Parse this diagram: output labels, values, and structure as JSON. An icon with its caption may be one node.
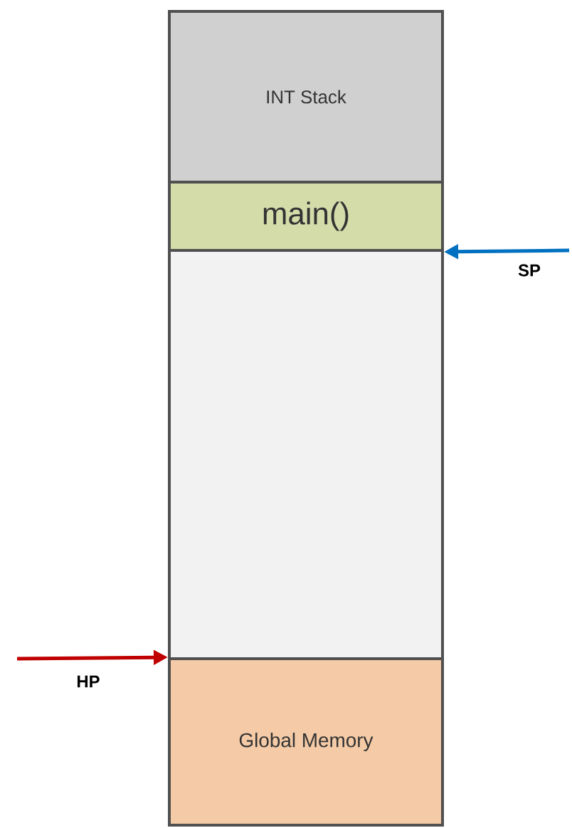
{
  "diagram": {
    "nodes": [
      {
        "text": [
          "INT Stack"
        ]
      },
      {
        "text": [
          "main()"
        ]
      },
      {
        "text": [],
        "shape": "box"
      },
      {
        "text": [
          "Global Memory"
        ]
      }
    ],
    "edges": [
      {
        "from": null,
        "to": 1,
        "arrow": "to",
        "label": "SP",
        "color": "#0070c0"
      },
      {
        "from": null,
        "to": 3,
        "arrow": "to",
        "label": "HP",
        "color": "#c00000"
      }
    ]
  }
}
